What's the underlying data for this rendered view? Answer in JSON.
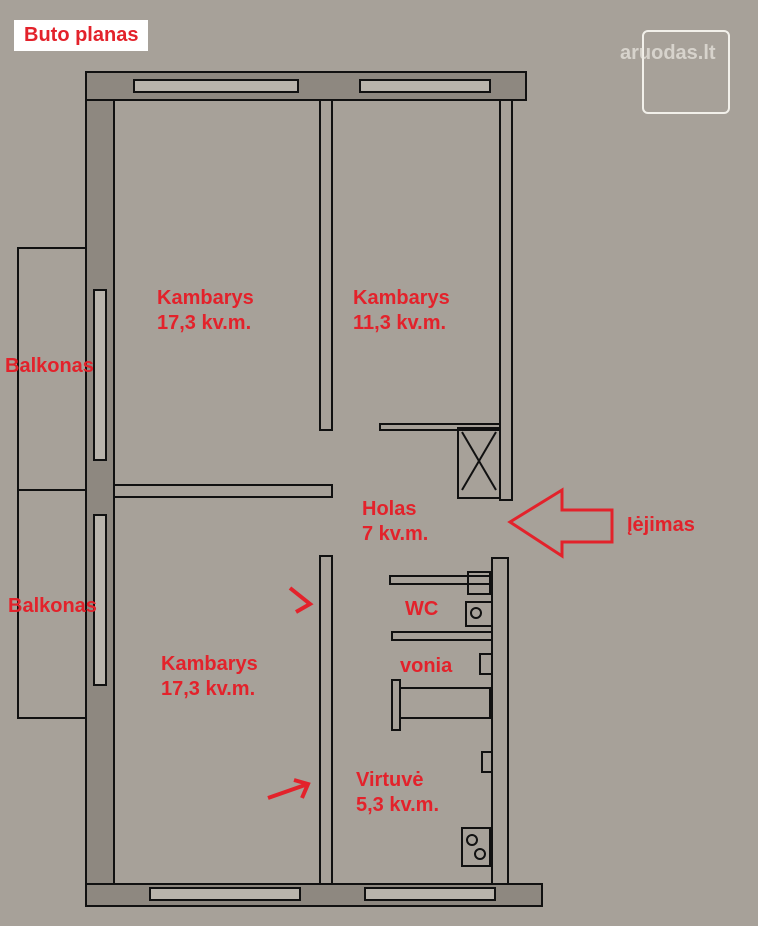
{
  "title": "Buto planas",
  "watermark": "aruodas.lt",
  "rooms": [
    {
      "name": "Kambarys",
      "area": "17,3 kv.m."
    },
    {
      "name": "Kambarys",
      "area": "11,3 kv.m."
    },
    {
      "name": "Holas",
      "area": "7 kv.m."
    },
    {
      "name": "Kambarys",
      "area": "17,3 kv.m."
    },
    {
      "name": "Virtuvė",
      "area": "5,3 kv.m."
    }
  ],
  "labels": {
    "balcony_top": "Balkonas",
    "balcony_bottom": "Balkonas",
    "wc": "WC",
    "bath": "vonia",
    "entrance": "Įėjimas"
  },
  "colors": {
    "label": "#e3222b",
    "background": "#a7a199",
    "wall": "#111111"
  }
}
